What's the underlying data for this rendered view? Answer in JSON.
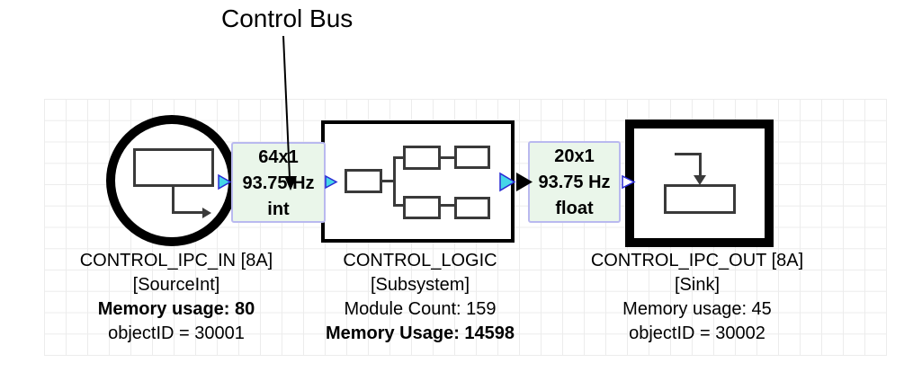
{
  "annotation": {
    "text": "Control Bus"
  },
  "signal_labels": [
    {
      "dims": "64x1",
      "rate": "93.75 Hz",
      "dtype": "int"
    },
    {
      "dims": "20x1",
      "rate": "93.75 Hz",
      "dtype": "float"
    }
  ],
  "blocks": [
    {
      "name": "CONTROL_IPC_IN [8A]",
      "type": "[SourceInt]",
      "stat1": "Memory usage: 80",
      "stat2": "objectID = 30001"
    },
    {
      "name": "CONTROL_LOGIC",
      "type": "[Subsystem]",
      "stat1": "Module Count: 159",
      "stat2": "Memory Usage: 14598"
    },
    {
      "name": "CONTROL_IPC_OUT [8A]",
      "type": "[Sink]",
      "stat1": "Memory usage: 45",
      "stat2": "objectID = 30002"
    }
  ],
  "colors": {
    "label_fill": "#eaf6ea",
    "label_border": "#b9b9ef",
    "port_fill": "#45d6e8",
    "port_stroke": "#2a2ad4",
    "grid_line": "#ececec",
    "ink": "#000000"
  }
}
